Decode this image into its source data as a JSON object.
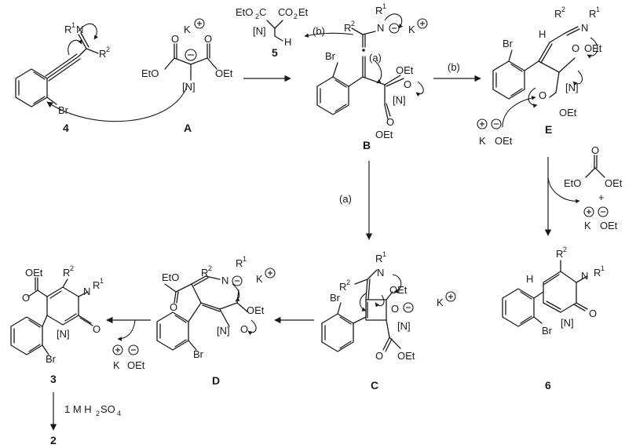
{
  "labels": {
    "compound_4": "4",
    "compound_A": "A",
    "compound_B": "B",
    "compound_5": "5",
    "compound_E": "E",
    "compound_C": "C",
    "compound_D": "D",
    "compound_3": "3",
    "compound_6": "6",
    "compound_2": "2"
  },
  "groups": {
    "br": "Br",
    "n": "N",
    "r": "R",
    "sup1": "1",
    "sup2": "2",
    "k": "K",
    "oet": "OEt",
    "eto": "EtO",
    "o": "O",
    "h": "H",
    "bracket_n": "[N]",
    "plus": "+",
    "minus": "−",
    "eto2c": "EtO",
    "sub2": "2",
    "co2et_c": "C",
    "co2et_o": "O",
    "co2et_2": "2",
    "co2et_et": "Et"
  },
  "conditions": {
    "path_a": "(a)",
    "path_b": "(b)",
    "acid": "1 M H",
    "acid_sub": "2",
    "acid_tail": "SO",
    "acid_sub4": "4"
  }
}
